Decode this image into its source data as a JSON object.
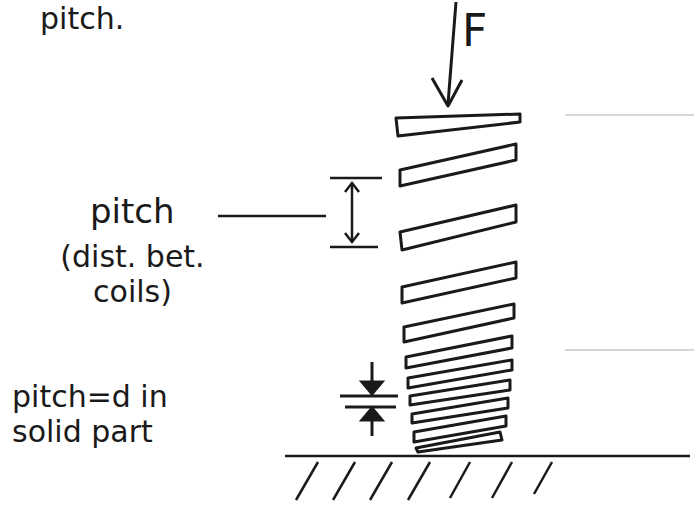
{
  "diagram": {
    "labels": [
      "pitch.",
      "F",
      "pitch",
      "(dist. bet. coils)",
      "pitch=d in solid part"
    ]
  }
}
